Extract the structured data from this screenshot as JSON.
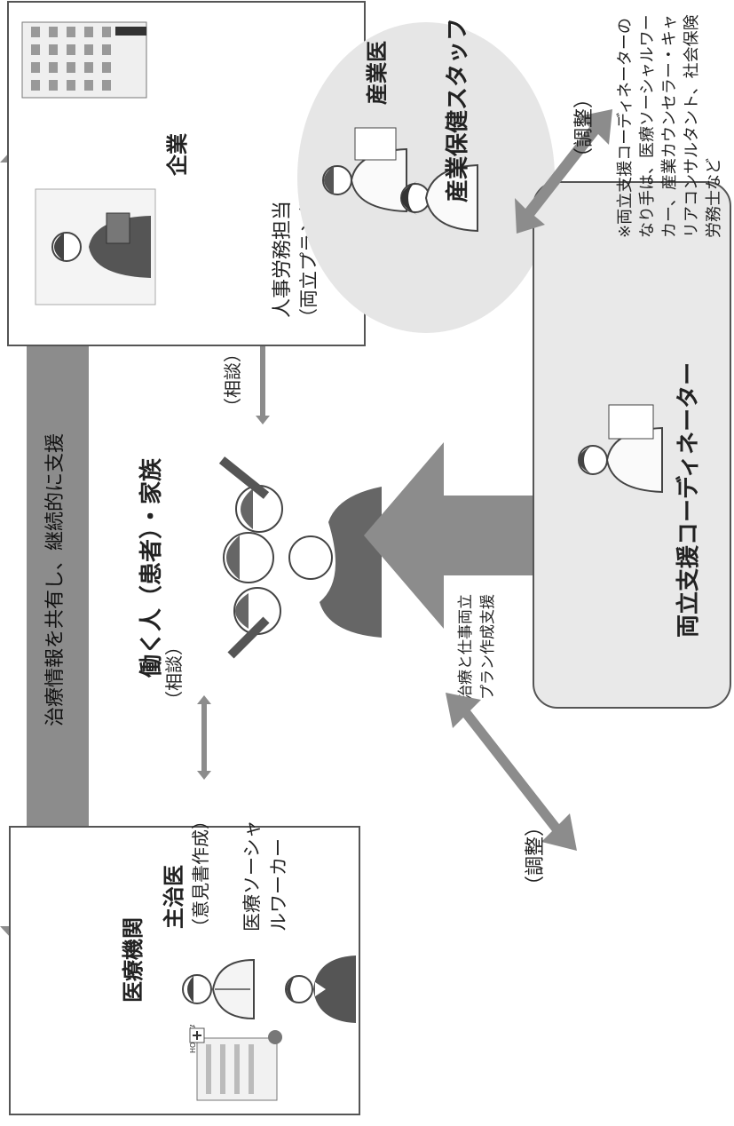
{
  "medical": {
    "title": "医療機関",
    "doctor": "主治医",
    "doctor_sub": "（意見書作成）",
    "msw_line1": "医療ソーシャ",
    "msw_line2": "ルワーカー"
  },
  "company": {
    "title": "企業",
    "hr_line1": "人事労務担当",
    "hr_line2": "（両立プラン作成）",
    "occ_doctor": "産業医",
    "occ_staff": "産業保健スタッフ"
  },
  "center": {
    "worker": "働く人（患者）・家族",
    "consult_left": "（相談）",
    "consult_right": "（相談）",
    "plan_line1": "治療と仕事両立",
    "plan_line2": "プラン作成支援"
  },
  "top_arrow": {
    "label": "治療情報を共有し、継続的に支援"
  },
  "coordinator": {
    "title": "両立支援コーディネーター",
    "adjust_left": "（調整）",
    "adjust_right": "（調整）"
  },
  "note": {
    "line1": "※両立支援コーディネーターの",
    "line2": "なり手は、医療ソーシャルワー",
    "line3": "カー、産業カウンセラー・キャ",
    "line4": "リアコンサルタント、社会保険",
    "line5": "労務士など"
  },
  "colors": {
    "arrow_gray": "#8c8c8c",
    "coordinator_bg": "#e9e9e9",
    "circle_bg": "#e6e6e6"
  }
}
